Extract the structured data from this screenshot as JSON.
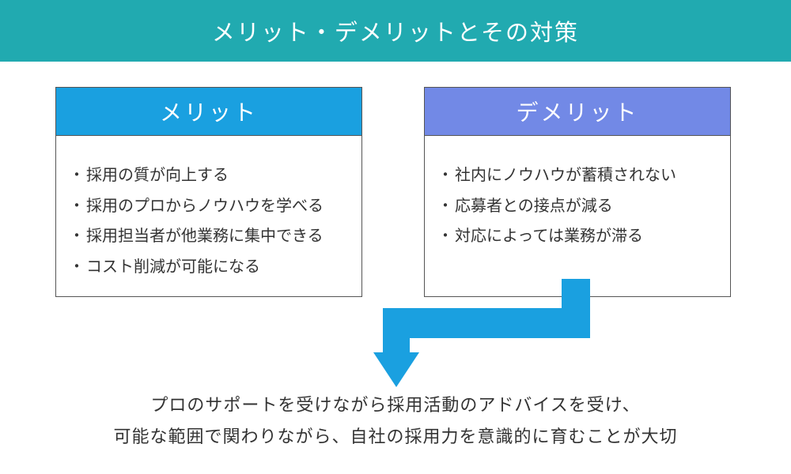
{
  "header": {
    "title": "メリット・デメリットとその対策"
  },
  "colors": {
    "banner": "#21aab0",
    "merit_header": "#1aa0e0",
    "demerit_header": "#7289e6",
    "arrow": "#1aa0e0",
    "text": "#333333"
  },
  "merit": {
    "title": "メリット",
    "items": [
      "採用の質が向上する",
      "採用のプロからノウハウを学べる",
      "採用担当者が他業務に集中できる",
      "コスト削減が可能になる"
    ]
  },
  "demerit": {
    "title": "デメリット",
    "items": [
      "社内にノウハウが蓄積されない",
      "応募者との接点が減る",
      "対応によっては業務が滞る"
    ]
  },
  "conclusion": {
    "line1": "プロのサポートを受けながら採用活動のアドバイスを受け、",
    "line2": "可能な範囲で関わりながら、自社の採用力を意識的に育むことが大切"
  }
}
